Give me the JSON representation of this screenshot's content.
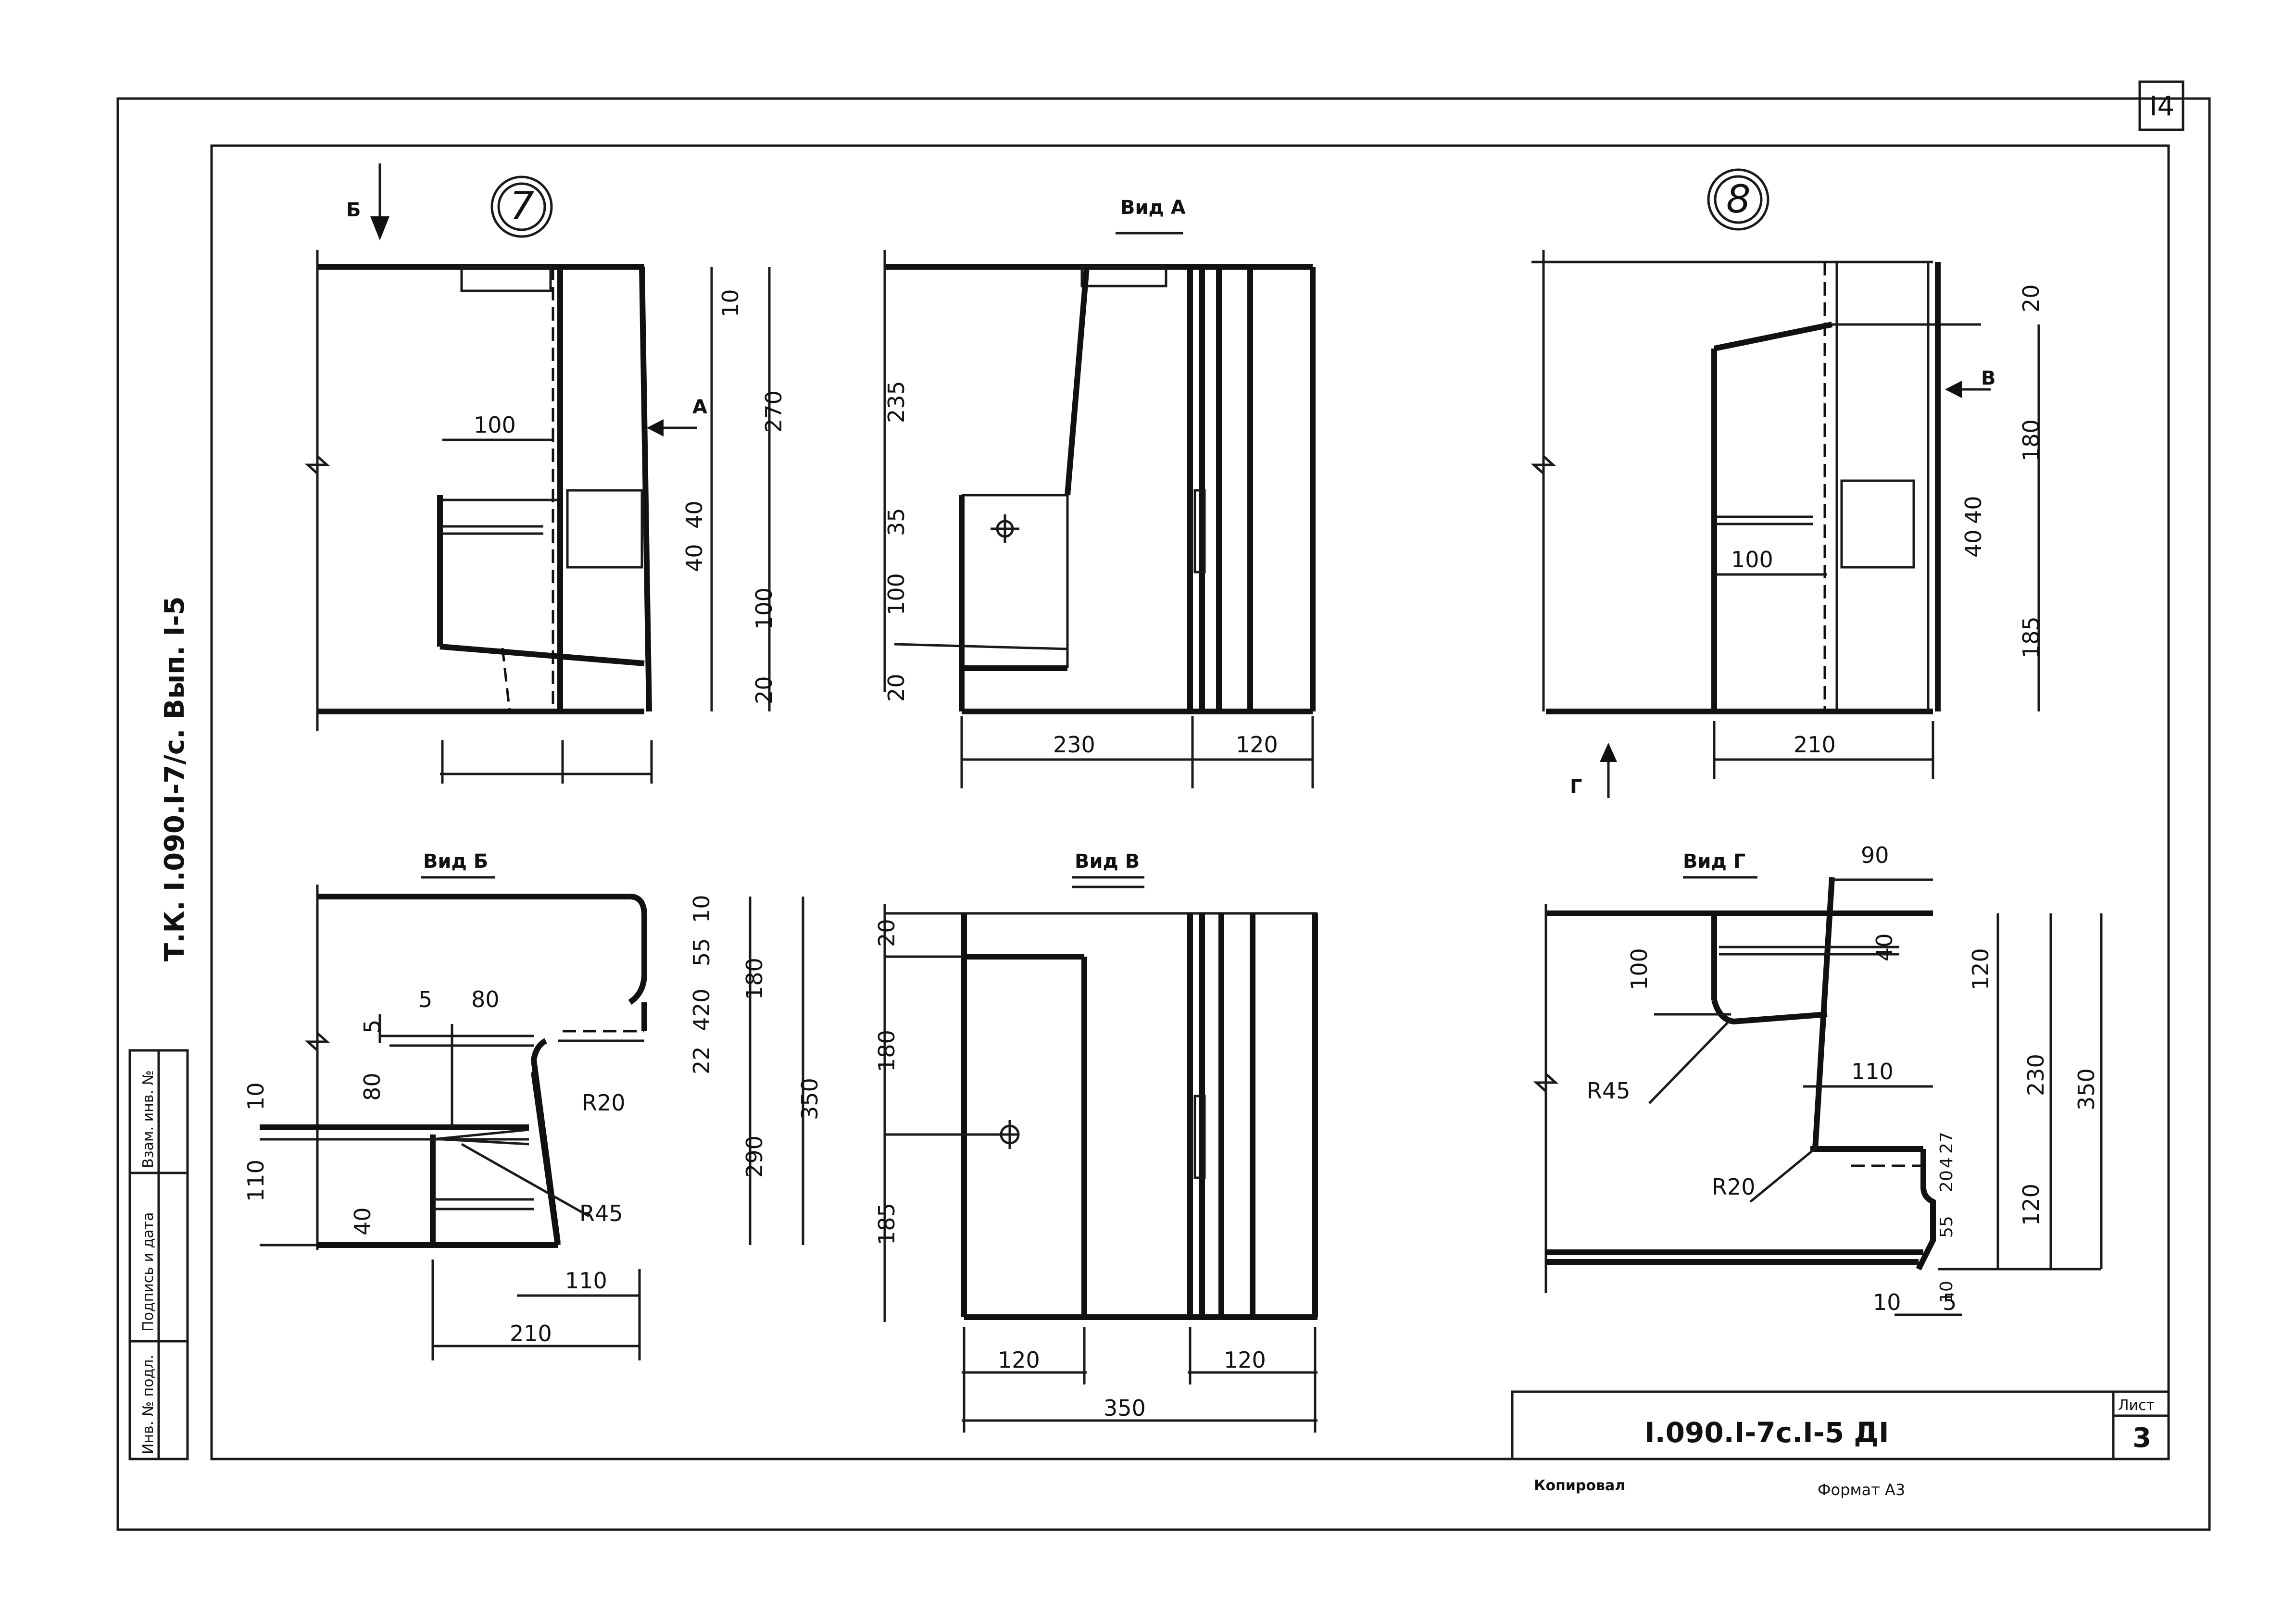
{
  "sheet_number": "I4",
  "left_code": "Т.К. I.090.I-7/с. Вып. I-5",
  "stamp_cells": [
    "Инв. № подл.",
    "Подпись и дата",
    "Взам. инв. №"
  ],
  "title_block": {
    "code": "I.090.I-7с.I-5 ДI",
    "list_label": "Лист",
    "list_value": "3"
  },
  "footer": {
    "left": "Копировал",
    "right": "Формат А3"
  },
  "nodes": {
    "n7": "7",
    "n8": "8"
  },
  "views": {
    "a": "Вид А",
    "b": "Вид Б",
    "v": "Вид В",
    "g": "Вид Г"
  },
  "arrows": {
    "b": "Б",
    "a": "А",
    "v": "В",
    "g": "Г"
  },
  "dims_node7": [
    "10",
    "270",
    "100",
    "40",
    "40",
    "100",
    "20"
  ],
  "dims_view_a": [
    "235",
    "35",
    "100",
    "20",
    "230",
    "120"
  ],
  "dims_node8": [
    "20",
    "180",
    "40",
    "40",
    "100",
    "185",
    "210"
  ],
  "dims_view_b": [
    "10",
    "55",
    "20",
    "4",
    "22",
    "180",
    "350",
    "290",
    "5",
    "80",
    "5",
    "80",
    "10",
    "110",
    "40",
    "R20",
    "R45",
    "110",
    "210"
  ],
  "dims_view_v": [
    "20",
    "180",
    "185",
    "120",
    "120",
    "350"
  ],
  "dims_view_g": [
    "90",
    "40",
    "100",
    "120",
    "230",
    "350",
    "R45",
    "110",
    "27",
    "4",
    "20",
    "R20",
    "120",
    "55",
    "10",
    "10",
    "5"
  ]
}
